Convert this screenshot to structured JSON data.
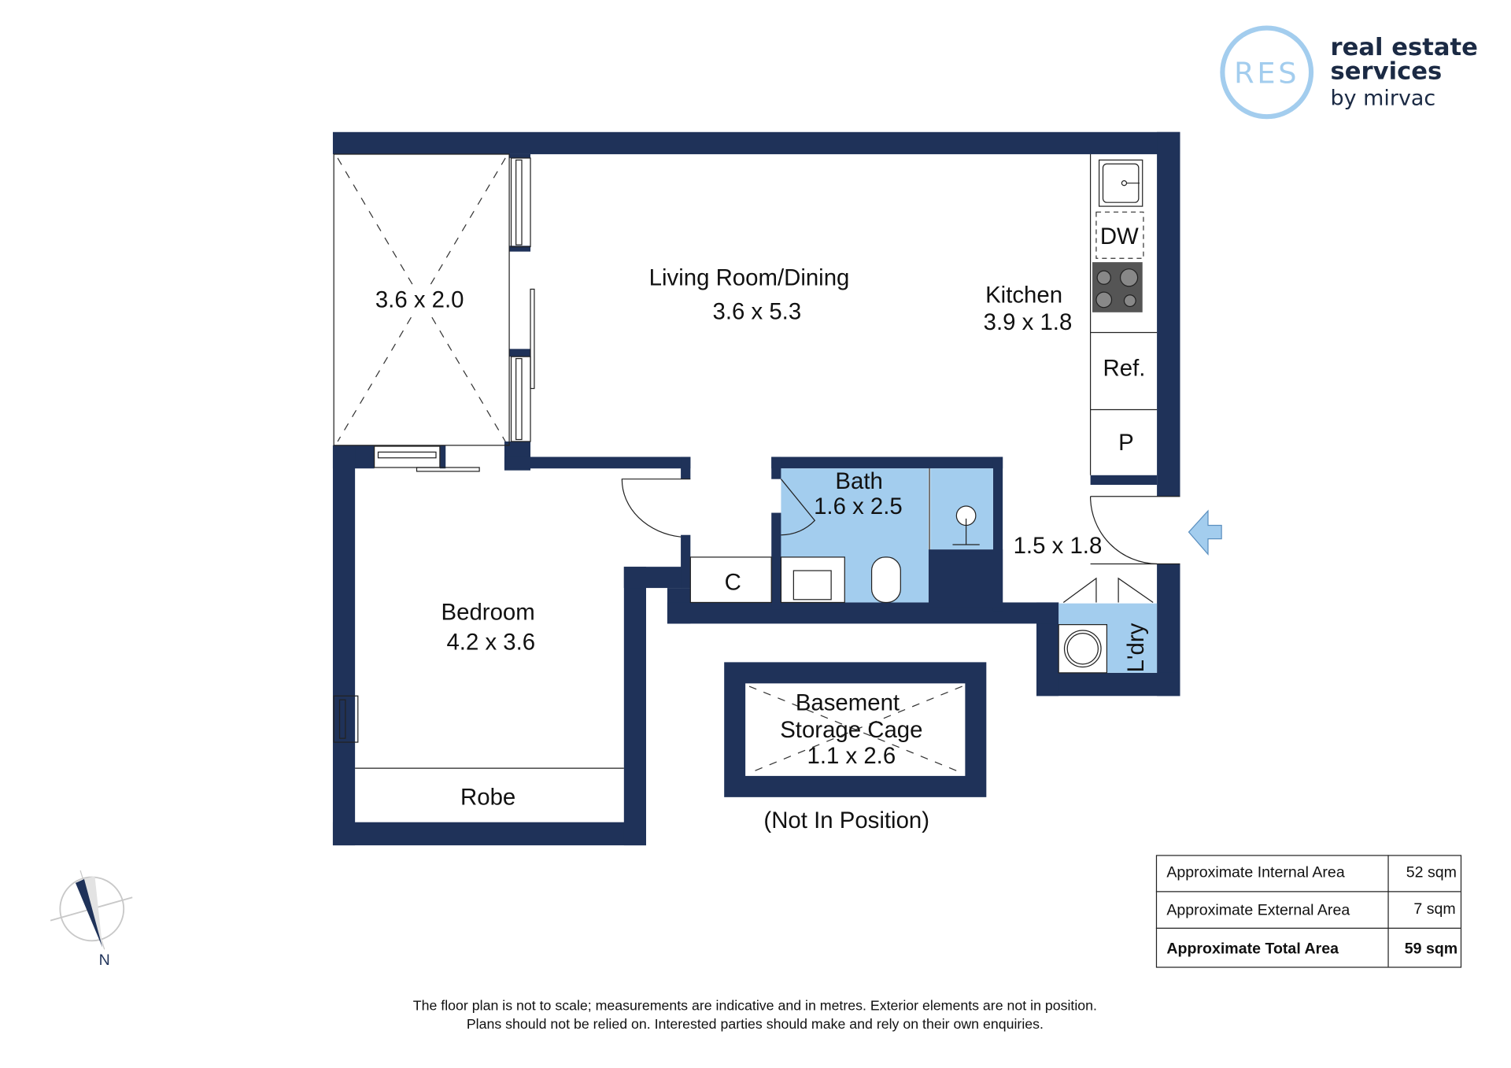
{
  "logo": {
    "mark": "RES",
    "line1": "real estate",
    "line2": "services",
    "line3": "by mirvac"
  },
  "rooms": {
    "balcony": {
      "size": "3.6 x 2.0"
    },
    "living": {
      "name": "Living Room/Dining",
      "size": "3.6 x 5.3"
    },
    "kitchen": {
      "name": "Kitchen",
      "size": "3.9 x 1.8",
      "dw": "DW",
      "ref": "Ref.",
      "pantry": "P"
    },
    "bath": {
      "name": "Bath",
      "size": "1.6 x 2.5"
    },
    "entry": {
      "size": "1.5 x 1.8"
    },
    "cupboard": {
      "name": "C"
    },
    "laundry": {
      "name": "L'dry"
    },
    "bedroom": {
      "name": "Bedroom",
      "size": "4.2 x 3.6"
    },
    "robe": {
      "name": "Robe"
    },
    "storage": {
      "line1": "Basement",
      "line2": "Storage Cage",
      "size": "1.1 x 2.6",
      "note": "(Not In Position)"
    }
  },
  "compass": {
    "label": "N"
  },
  "area_table": [
    {
      "label": "Approximate Internal Area",
      "value": "52 sqm"
    },
    {
      "label": "Approximate External Area",
      "value": "7 sqm"
    },
    {
      "label": "Approximate Total Area",
      "value": "59 sqm"
    }
  ],
  "disclaimer": {
    "line1": "The floor plan is not to scale; measurements are indicative and in metres. Exterior elements are not in position.",
    "line2": "Plans should not be relied on. Interested parties should make and rely on their own enquiries."
  },
  "colors": {
    "wall": "#1f3259",
    "wet_area": "#a3cdee",
    "logo_ring": "#a3cdee"
  }
}
